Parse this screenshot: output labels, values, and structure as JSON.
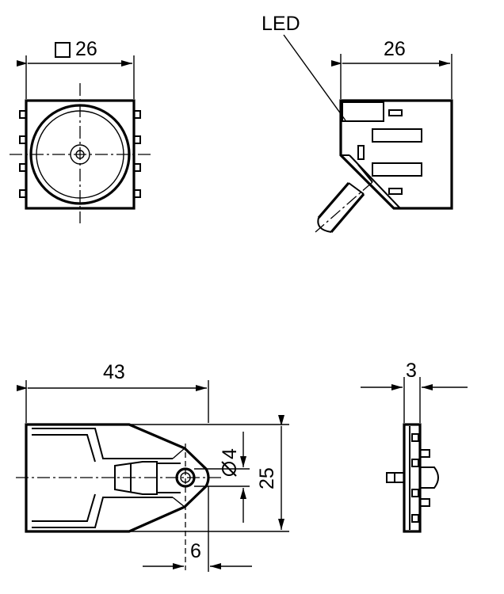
{
  "labels": {
    "led": "LED",
    "top_width": "26",
    "side_width": "26",
    "length": "43",
    "diameter": "4",
    "height": "25",
    "offset": "6",
    "thickness": "3"
  },
  "symbols": {
    "square": "square-symbol",
    "diameter": "diameter-symbol"
  },
  "colors": {
    "line": "#000000",
    "background": "#ffffff"
  }
}
